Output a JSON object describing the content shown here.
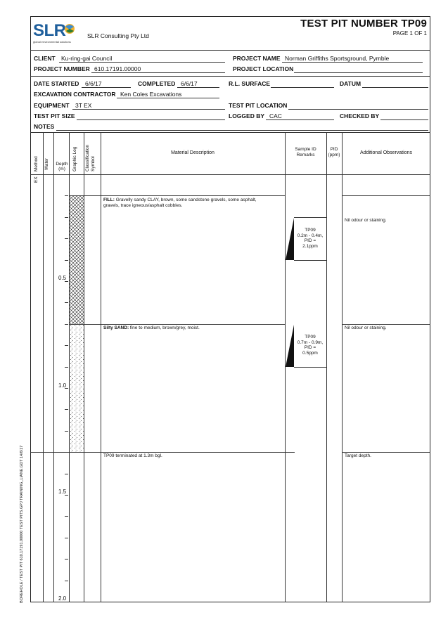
{
  "header": {
    "title": "TEST PIT NUMBER TP09",
    "page": "PAGE 1 OF 1",
    "company": "SLR Consulting Pty Ltd",
    "logo_text": "SLR",
    "logo_tagline": "global environmental solutions"
  },
  "fields": {
    "client_label": "CLIENT",
    "client": "Ku-ring-gai Council",
    "project_name_label": "PROJECT NAME",
    "project_name": "Norman Griffiths Sportsground, Pymble",
    "project_number_label": "PROJECT NUMBER",
    "project_number": "610.17191.00000",
    "project_location_label": "PROJECT LOCATION",
    "project_location": "",
    "date_started_label": "DATE STARTED",
    "date_started": "6/6/17",
    "completed_label": "COMPLETED",
    "completed": "6/6/17",
    "rl_surface_label": "R.L. SURFACE",
    "rl_surface": "",
    "datum_label": "DATUM",
    "datum": "",
    "excavation_contractor_label": "EXCAVATION CONTRACTOR",
    "excavation_contractor": "Ken Coles Excavations",
    "equipment_label": "EQUIPMENT",
    "equipment": "3T EX",
    "test_pit_location_label": "TEST PIT LOCATION",
    "test_pit_location": "",
    "test_pit_size_label": "TEST PIT SIZE",
    "test_pit_size": "",
    "logged_by_label": "LOGGED BY",
    "logged_by": "CAC",
    "checked_by_label": "CHECKED BY",
    "checked_by": "",
    "notes_label": "NOTES",
    "notes": ""
  },
  "columns": {
    "method": "Method",
    "water": "Water",
    "depth_line1": "Depth",
    "depth_line2": "(m)",
    "graphic_log": "Graphic Log",
    "class_line1": "Classification",
    "class_line2": "Symbol",
    "material": "Material Description",
    "sample_line1": "Sample ID",
    "sample_line2": "Remarks",
    "pid_line1": "PID",
    "pid_line2": "(ppm)",
    "observations": "Additional Observations"
  },
  "method_value": "EX",
  "depth_labels": [
    "0.5",
    "1.0",
    "1.5",
    "2.0"
  ],
  "layers": [
    {
      "bold": "FILL:",
      "text": " Gravelly sandy CLAY, brown, some sandstone gravels, some asphalt,",
      "text2": "gravels, trace igneous/asphalt cobbles.",
      "observation": "Nil odour or staining."
    },
    {
      "bold": "Silty SAND:",
      "text": " fine to medium, brown/grey, moist.",
      "text2": "",
      "observation": "Nil odour or staining."
    },
    {
      "bold": "",
      "text": "TP09 terminated at 1.3m bgl.",
      "text2": "",
      "observation": "Target depth."
    }
  ],
  "samples": [
    {
      "id": "TP09",
      "range": "0.2m - 0.4m,",
      "pid_label": "PID =",
      "pid": "2.1ppm"
    },
    {
      "id": "TP09",
      "range": "0.7m - 0.9m,",
      "pid_label": "PID =",
      "pid": "0.5ppm"
    }
  ],
  "footer_vertical": "BOREHOLE / TEST PIT  610.17191.00000 TEST PITS.GPJ  TRAINING_LIANE.GDT  14/6/17"
}
